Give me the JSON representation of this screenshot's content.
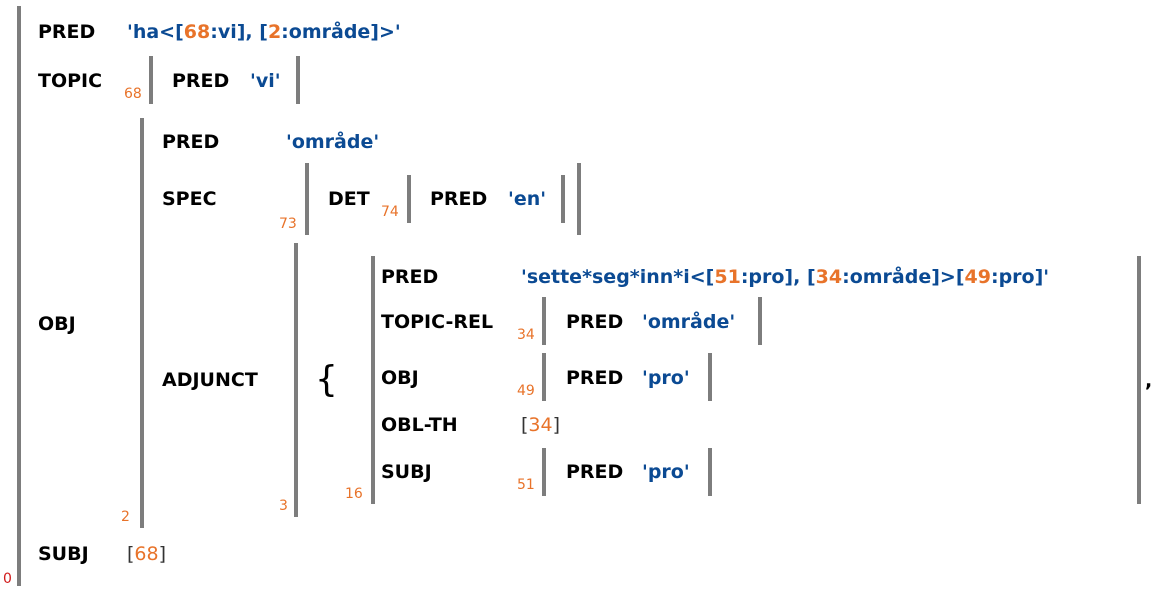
{
  "fstructure": {
    "outer_index": "0",
    "pred_label": "PRED",
    "pred_value": {
      "p1": "'ha<[",
      "i1": "68",
      "p2": ":vi], [",
      "i2": "2",
      "p3": ":område]>'"
    },
    "topic": {
      "label": "TOPIC",
      "index": "68",
      "pred_label": "PRED",
      "pred_value": "'vi'"
    },
    "obj": {
      "label": "OBJ",
      "index": "2",
      "pred_label": "PRED",
      "pred_value": "'område'",
      "spec": {
        "label": "SPEC",
        "index": "73",
        "det_label": "DET",
        "det_index": "74",
        "pred_label": "PRED",
        "pred_value": "'en'"
      },
      "adjunct": {
        "label": "ADJUNCT",
        "set_index": "3",
        "open_brace": "{",
        "comma": ",",
        "member": {
          "index": "16",
          "pred_label": "PRED",
          "pred_value": {
            "p1": "'sette*seg*inn*i<[",
            "i1": "51",
            "p2": ":pro], [",
            "i2": "34",
            "p3": ":område]>[",
            "i3": "49",
            "p4": ":pro]'"
          },
          "topic_rel": {
            "label": "TOPIC-REL",
            "index": "34",
            "pred_label": "PRED",
            "pred_value": "'område'"
          },
          "obj": {
            "label": "OBJ",
            "index": "49",
            "pred_label": "PRED",
            "pred_value": "'pro'"
          },
          "obl_th": {
            "label": "OBL-TH",
            "ref_open": "[",
            "ref": "34",
            "ref_close": "]"
          },
          "subj": {
            "label": "SUBJ",
            "index": "51",
            "pred_label": "PRED",
            "pred_value": "'pro'"
          }
        }
      }
    },
    "subj": {
      "label": "SUBJ",
      "ref_open": "[",
      "ref": "68",
      "ref_close": "]"
    }
  },
  "colors": {
    "attribute": "#000000",
    "value": "#0b4a93",
    "index": "#e8732a",
    "outer_index": "#d11a1a",
    "bracket": "#7d7d7d"
  }
}
